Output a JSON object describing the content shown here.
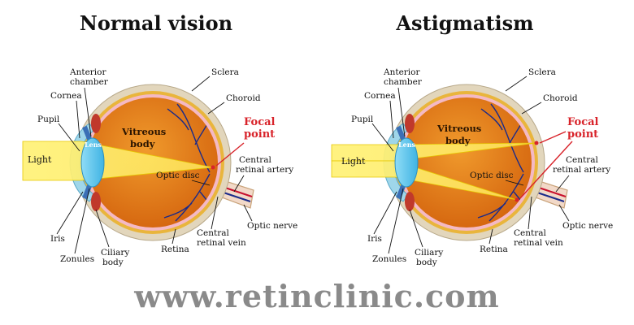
{
  "panels": [
    {
      "title": "Normal vision",
      "labels": {
        "anterior_chamber": [
          "Anterior",
          "chamber"
        ],
        "sclera": "Sclera",
        "cornea": "Cornea",
        "choroid": "Choroid",
        "pupil": "Pupil",
        "focal_point": [
          "Focal",
          "point"
        ],
        "vitreous_body": [
          "Vitreous",
          "body"
        ],
        "lens": "Lens",
        "light": "Light",
        "central_retinal_artery": [
          "Central",
          "retinal artery"
        ],
        "optic_disc": "Optic disc",
        "optic_nerve": "Optic nerve",
        "iris": "Iris",
        "central_retinal_vein": [
          "Central",
          "retinal vein"
        ],
        "zonules": "Zonules",
        "ciliary_body": [
          "Ciliary",
          "body"
        ],
        "retina": "Retina"
      }
    },
    {
      "title": "Astigmatism",
      "labels": {
        "anterior_chamber": [
          "Anterior",
          "chamber"
        ],
        "sclera": "Sclera",
        "cornea": "Cornea",
        "choroid": "Choroid",
        "pupil": "Pupil",
        "focal_point": [
          "Focal",
          "point"
        ],
        "vitreous_body": [
          "Vitreous",
          "body"
        ],
        "lens": "Lens",
        "light": "Light",
        "central_retinal_artery": [
          "Central",
          "retinal artery"
        ],
        "optic_disc": "Optic disc",
        "optic_nerve": "Optic nerve",
        "iris": "Iris",
        "central_retinal_vein": [
          "Central",
          "retinal vein"
        ],
        "zonules": "Zonules",
        "ciliary_body": [
          "Ciliary",
          "body"
        ],
        "retina": "Retina"
      }
    }
  ],
  "website": "www.retinclinic.com",
  "colors": {
    "sclera": "#e2d6bc",
    "choroid": "#e9b53c",
    "retina": "#f4b9c4",
    "vitreous": "#e07814",
    "lens": "#5ec8ee",
    "cornea": "#9fd6ea",
    "iris": "#3b6fb6",
    "light_beam": "#fff27a",
    "vessels": "#1a2a8a",
    "nerve_red": "#c8102e",
    "focal_label": "#d8232a",
    "watermark": "#8a8a8a"
  }
}
